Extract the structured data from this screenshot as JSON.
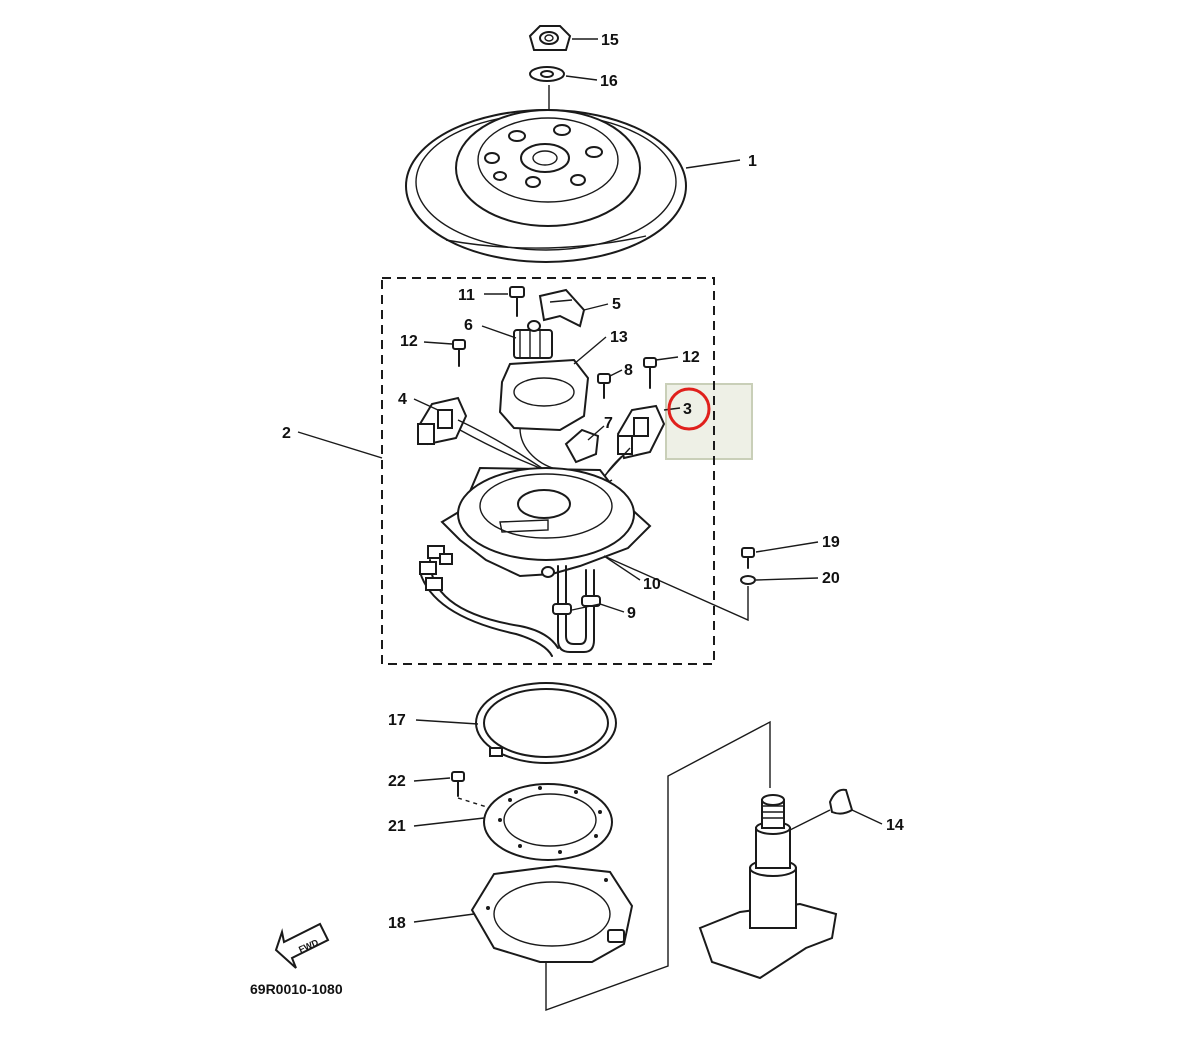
{
  "callouts": {
    "c1": "1",
    "c2": "2",
    "c3": "3",
    "c4": "4",
    "c5": "5",
    "c6": "6",
    "c7": "7",
    "c8": "8",
    "c9": "9",
    "c10": "10",
    "c11": "11",
    "c12a": "12",
    "c12b": "12",
    "c13": "13",
    "c14": "14",
    "c15": "15",
    "c16": "16",
    "c17": "17",
    "c18": "18",
    "c19": "19",
    "c20": "20",
    "c21": "21",
    "c22": "22"
  },
  "diagram_code": "69R0010-1080",
  "fwd_label": "FWD",
  "colors": {
    "line": "#1a1a1a",
    "highlight_circle": "#e0201c",
    "highlight_box_fill": "#eef0e6",
    "highlight_box_stroke": "#c9cfb8"
  }
}
